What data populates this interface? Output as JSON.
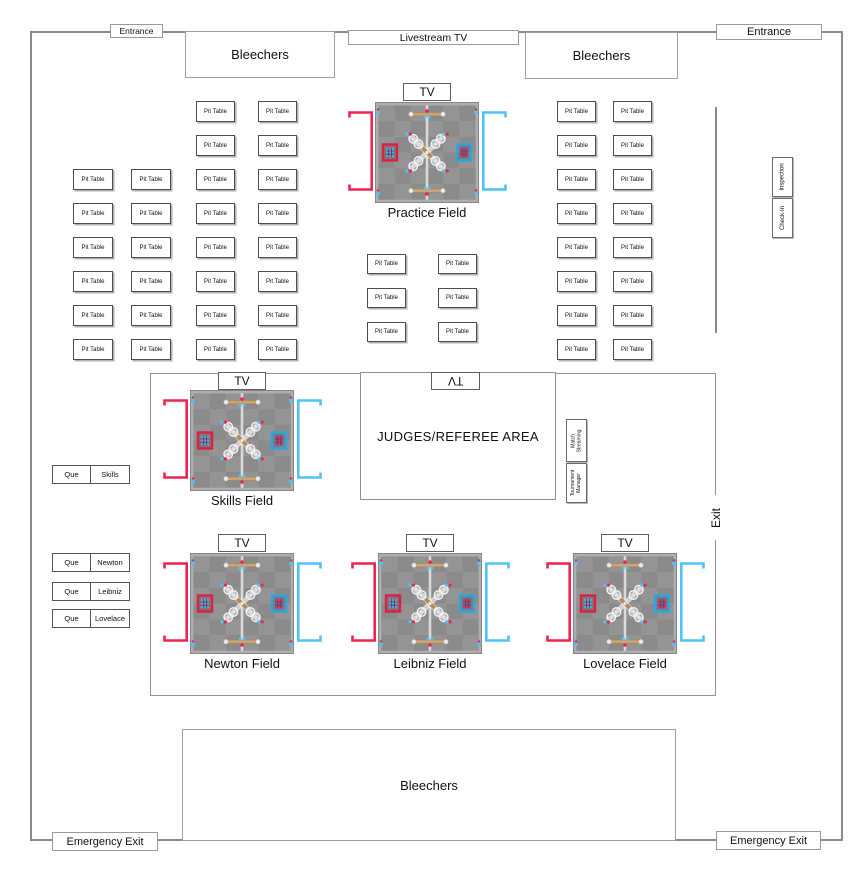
{
  "labels": {
    "entrance": "Entrance",
    "emergency_exit": "Emergency Exit",
    "exit": "Exit",
    "livestream_tv": "Livestream TV",
    "bleachers_top_left": "Bleechers",
    "bleachers_top_right": "Bleechers",
    "bleachers_bottom": "Bleechers",
    "tv": "TV",
    "pit_table": "Pit Table",
    "inspection": "Inspection",
    "check_in": "Check-In",
    "match_streaming_lines": [
      "Match",
      "Streaming"
    ],
    "tournament_manager_lines": [
      "Tournament",
      "Manager"
    ]
  },
  "judges": {
    "label": "JUDGES/REFEREE AREA",
    "tv_label": "TV"
  },
  "fields": [
    {
      "id": "practice",
      "tv_label": "TV",
      "name": "Practice Field"
    },
    {
      "id": "skills",
      "tv_label": "TV",
      "name": "Skills Field"
    },
    {
      "id": "newton",
      "tv_label": "TV",
      "name": "Newton Field"
    },
    {
      "id": "leibniz",
      "tv_label": "TV",
      "name": "Leibniz Field"
    },
    {
      "id": "lovelace",
      "tv_label": "TV",
      "name": "Lovelace Field"
    }
  ],
  "queue_rows": [
    {
      "label": "Que",
      "destination": "Skills"
    },
    {
      "label": "Que",
      "destination": "Newton"
    },
    {
      "label": "Que",
      "destination": "Leibniz"
    },
    {
      "label": "Que",
      "destination": "Lovelace"
    }
  ],
  "pit_groups": [
    {
      "name": "left-outer",
      "columns": 2,
      "rows": 6
    },
    {
      "name": "left-inner",
      "columns": 2,
      "rows": 8
    },
    {
      "name": "center",
      "columns": 2,
      "rows": 3
    },
    {
      "name": "right",
      "columns": 2,
      "rows": 8
    }
  ],
  "colors": {
    "red_alliance": "#ee2450",
    "blue_alliance": "#4ec3f5",
    "wall_gray": "#8a8a8a"
  }
}
